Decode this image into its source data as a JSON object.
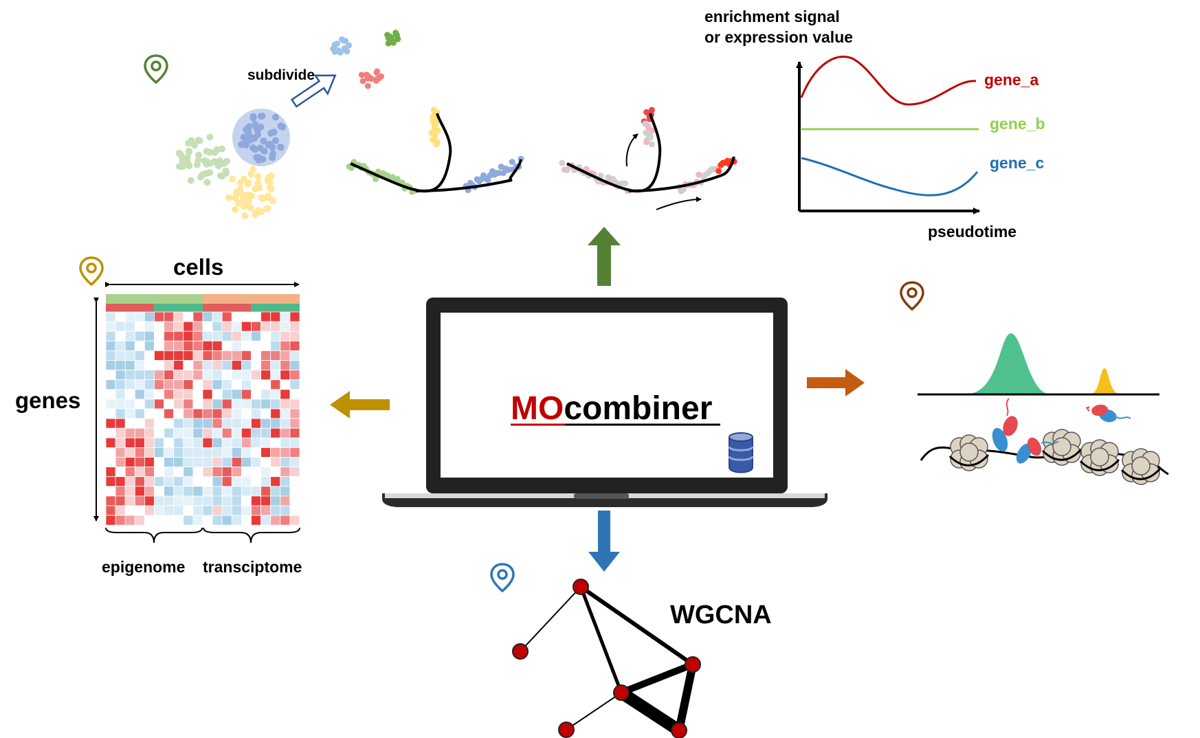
{
  "colors": {
    "gene_a": "#c00000",
    "gene_b": "#92d050",
    "gene_c": "#1f6fb5",
    "arrow_up": "#538135",
    "arrow_left": "#bf9000",
    "arrow_right": "#c55a11",
    "arrow_down": "#2e75b6",
    "heat_red": "#e83a3a",
    "heat_blue": "#9fcbe3",
    "node_red": "#c00000",
    "mo_red": "#c00000",
    "peak_green": "#4fc290",
    "peak_yellow": "#f5c01a"
  },
  "icons": {
    "clustering_marker": "location-pin-icon",
    "heatmap_marker": "location-pin-icon",
    "chromatin_marker": "location-pin-icon",
    "network_marker": "location-pin-icon",
    "database": "database-icon"
  },
  "center": {
    "title_prefix": "MO",
    "title_suffix": "combiner"
  },
  "clustering": {
    "subdivide_label": "subdivide"
  },
  "pseudotime_chart": {
    "ylabel_line1": "enrichment signal",
    "ylabel_line2": "or expression value",
    "xlabel": "pseudotime",
    "series_labels": [
      "gene_a",
      "gene_b",
      "gene_c"
    ]
  },
  "heatmap": {
    "columns_label": "cells",
    "rows_label": "genes",
    "group1_label": "epigenome",
    "group2_label": "transciptome"
  },
  "network": {
    "label": "WGCNA"
  }
}
